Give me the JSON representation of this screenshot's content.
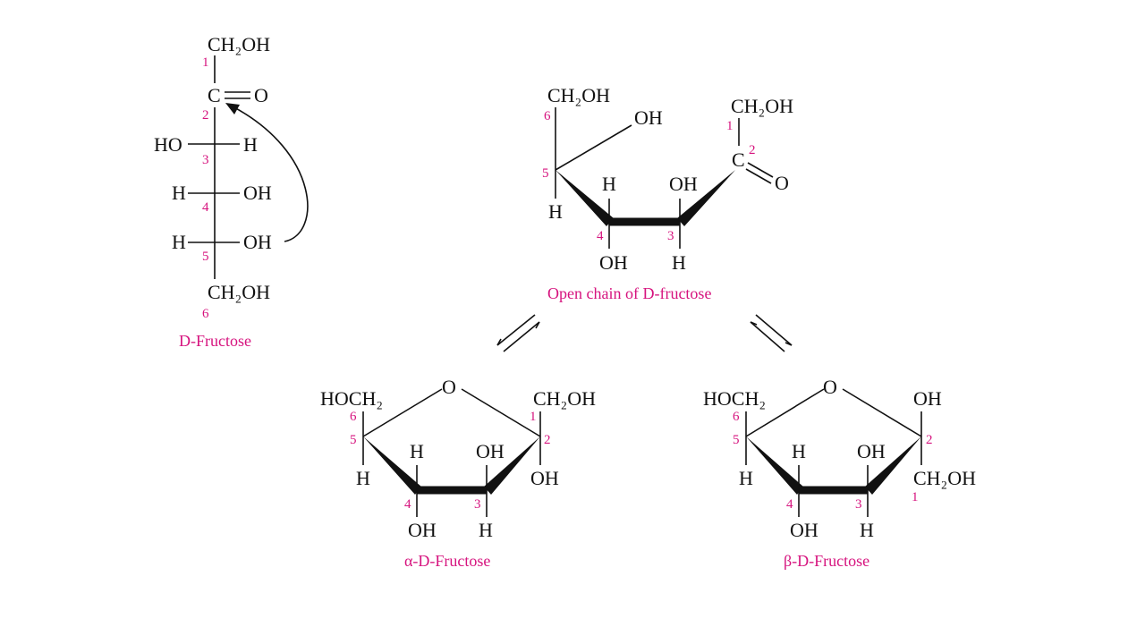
{
  "colors": {
    "ink": "#111111",
    "accent": "#d6137e"
  },
  "fischer": {
    "top_group": "CH₂OH",
    "carbonyl_c": "C",
    "carbonyl_o": "O",
    "c3_left": "HO",
    "c3_right": "H",
    "c4_left": "H",
    "c4_right": "OH",
    "c5_left": "H",
    "c5_right": "OH",
    "bottom_group": "CH₂OH",
    "numbers": [
      "1",
      "2",
      "3",
      "4",
      "5",
      "6"
    ],
    "caption": "D-Fructose"
  },
  "open_chain": {
    "c6_group": "CH₂OH",
    "c5_oh": "OH",
    "c5_h": "H",
    "c4_h_up": "H",
    "c4_oh_down": "OH",
    "c3_oh_up": "OH",
    "c3_h_down": "H",
    "c1_group": "CH₂OH",
    "carbonyl_c": "C",
    "carbonyl_o": "O",
    "numbers": [
      "6",
      "5",
      "4",
      "3",
      "1",
      "2"
    ],
    "caption": "Open chain of D-fructose"
  },
  "alpha": {
    "ring_o": "O",
    "c6_group": "HOCH₂",
    "c1_group": "CH₂OH",
    "c5_h": "H",
    "c4_h": "H",
    "c3_oh": "OH",
    "c2_oh": "OH",
    "c4_oh": "OH",
    "c3_h": "H",
    "numbers": [
      "6",
      "5",
      "4",
      "3",
      "1",
      "2"
    ],
    "caption": "α-D-Fructose"
  },
  "beta": {
    "ring_o": "O",
    "c6_group": "HOCH₂",
    "c2_oh": "OH",
    "c5_h": "H",
    "c4_h": "H",
    "c3_oh": "OH",
    "c1_group": "CH₂OH",
    "c4_oh": "OH",
    "c3_h": "H",
    "numbers": [
      "6",
      "5",
      "4",
      "3",
      "2",
      "1"
    ],
    "caption": "β-D-Fructose"
  }
}
